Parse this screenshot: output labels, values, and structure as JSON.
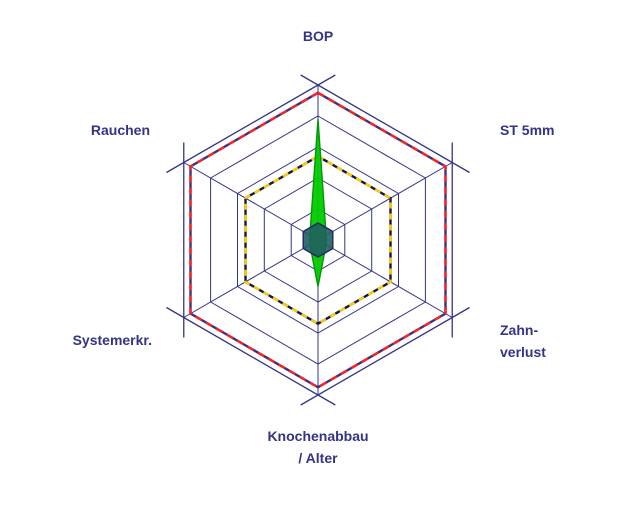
{
  "chart_data": {
    "type": "radar",
    "title": "",
    "max": 5,
    "rings": 5,
    "grid_color": "#333388",
    "label_color": "#333388",
    "axes": [
      {
        "label": "BOP"
      },
      {
        "label": "ST 5mm"
      },
      {
        "label": "Zahn-\nverlust"
      },
      {
        "label": "Knochenabbau\n/ Alter"
      },
      {
        "label": "Systemerkr."
      },
      {
        "label": "Rauchen"
      }
    ],
    "series": [
      {
        "name": "outer-red-dashed",
        "style": "dashed",
        "values": [
          4.75,
          4.75,
          4.75,
          4.75,
          4.75,
          4.75
        ],
        "color": "#ff2020",
        "base_color": "#333388",
        "dash": "7 5"
      },
      {
        "name": "mid-yellow-dashed",
        "style": "dashed",
        "values": [
          2.7,
          2.7,
          2.7,
          2.7,
          2.7,
          2.7
        ],
        "color": "#ffcc00",
        "base_color": "#16163f",
        "dash": "6 5"
      },
      {
        "name": "patient-green-area",
        "style": "filled",
        "values": [
          3.9,
          0.3,
          0.3,
          1.5,
          0.3,
          0.3
        ],
        "color": "#00cc00",
        "stroke": "#009900",
        "opacity": 0.95
      },
      {
        "name": "center-hexagon",
        "style": "filled",
        "values": [
          0.55,
          0.55,
          0.55,
          0.55,
          0.55,
          0.55
        ],
        "color": "#1f5f5f",
        "stroke": "#222266",
        "opacity": 0.9
      }
    ]
  }
}
